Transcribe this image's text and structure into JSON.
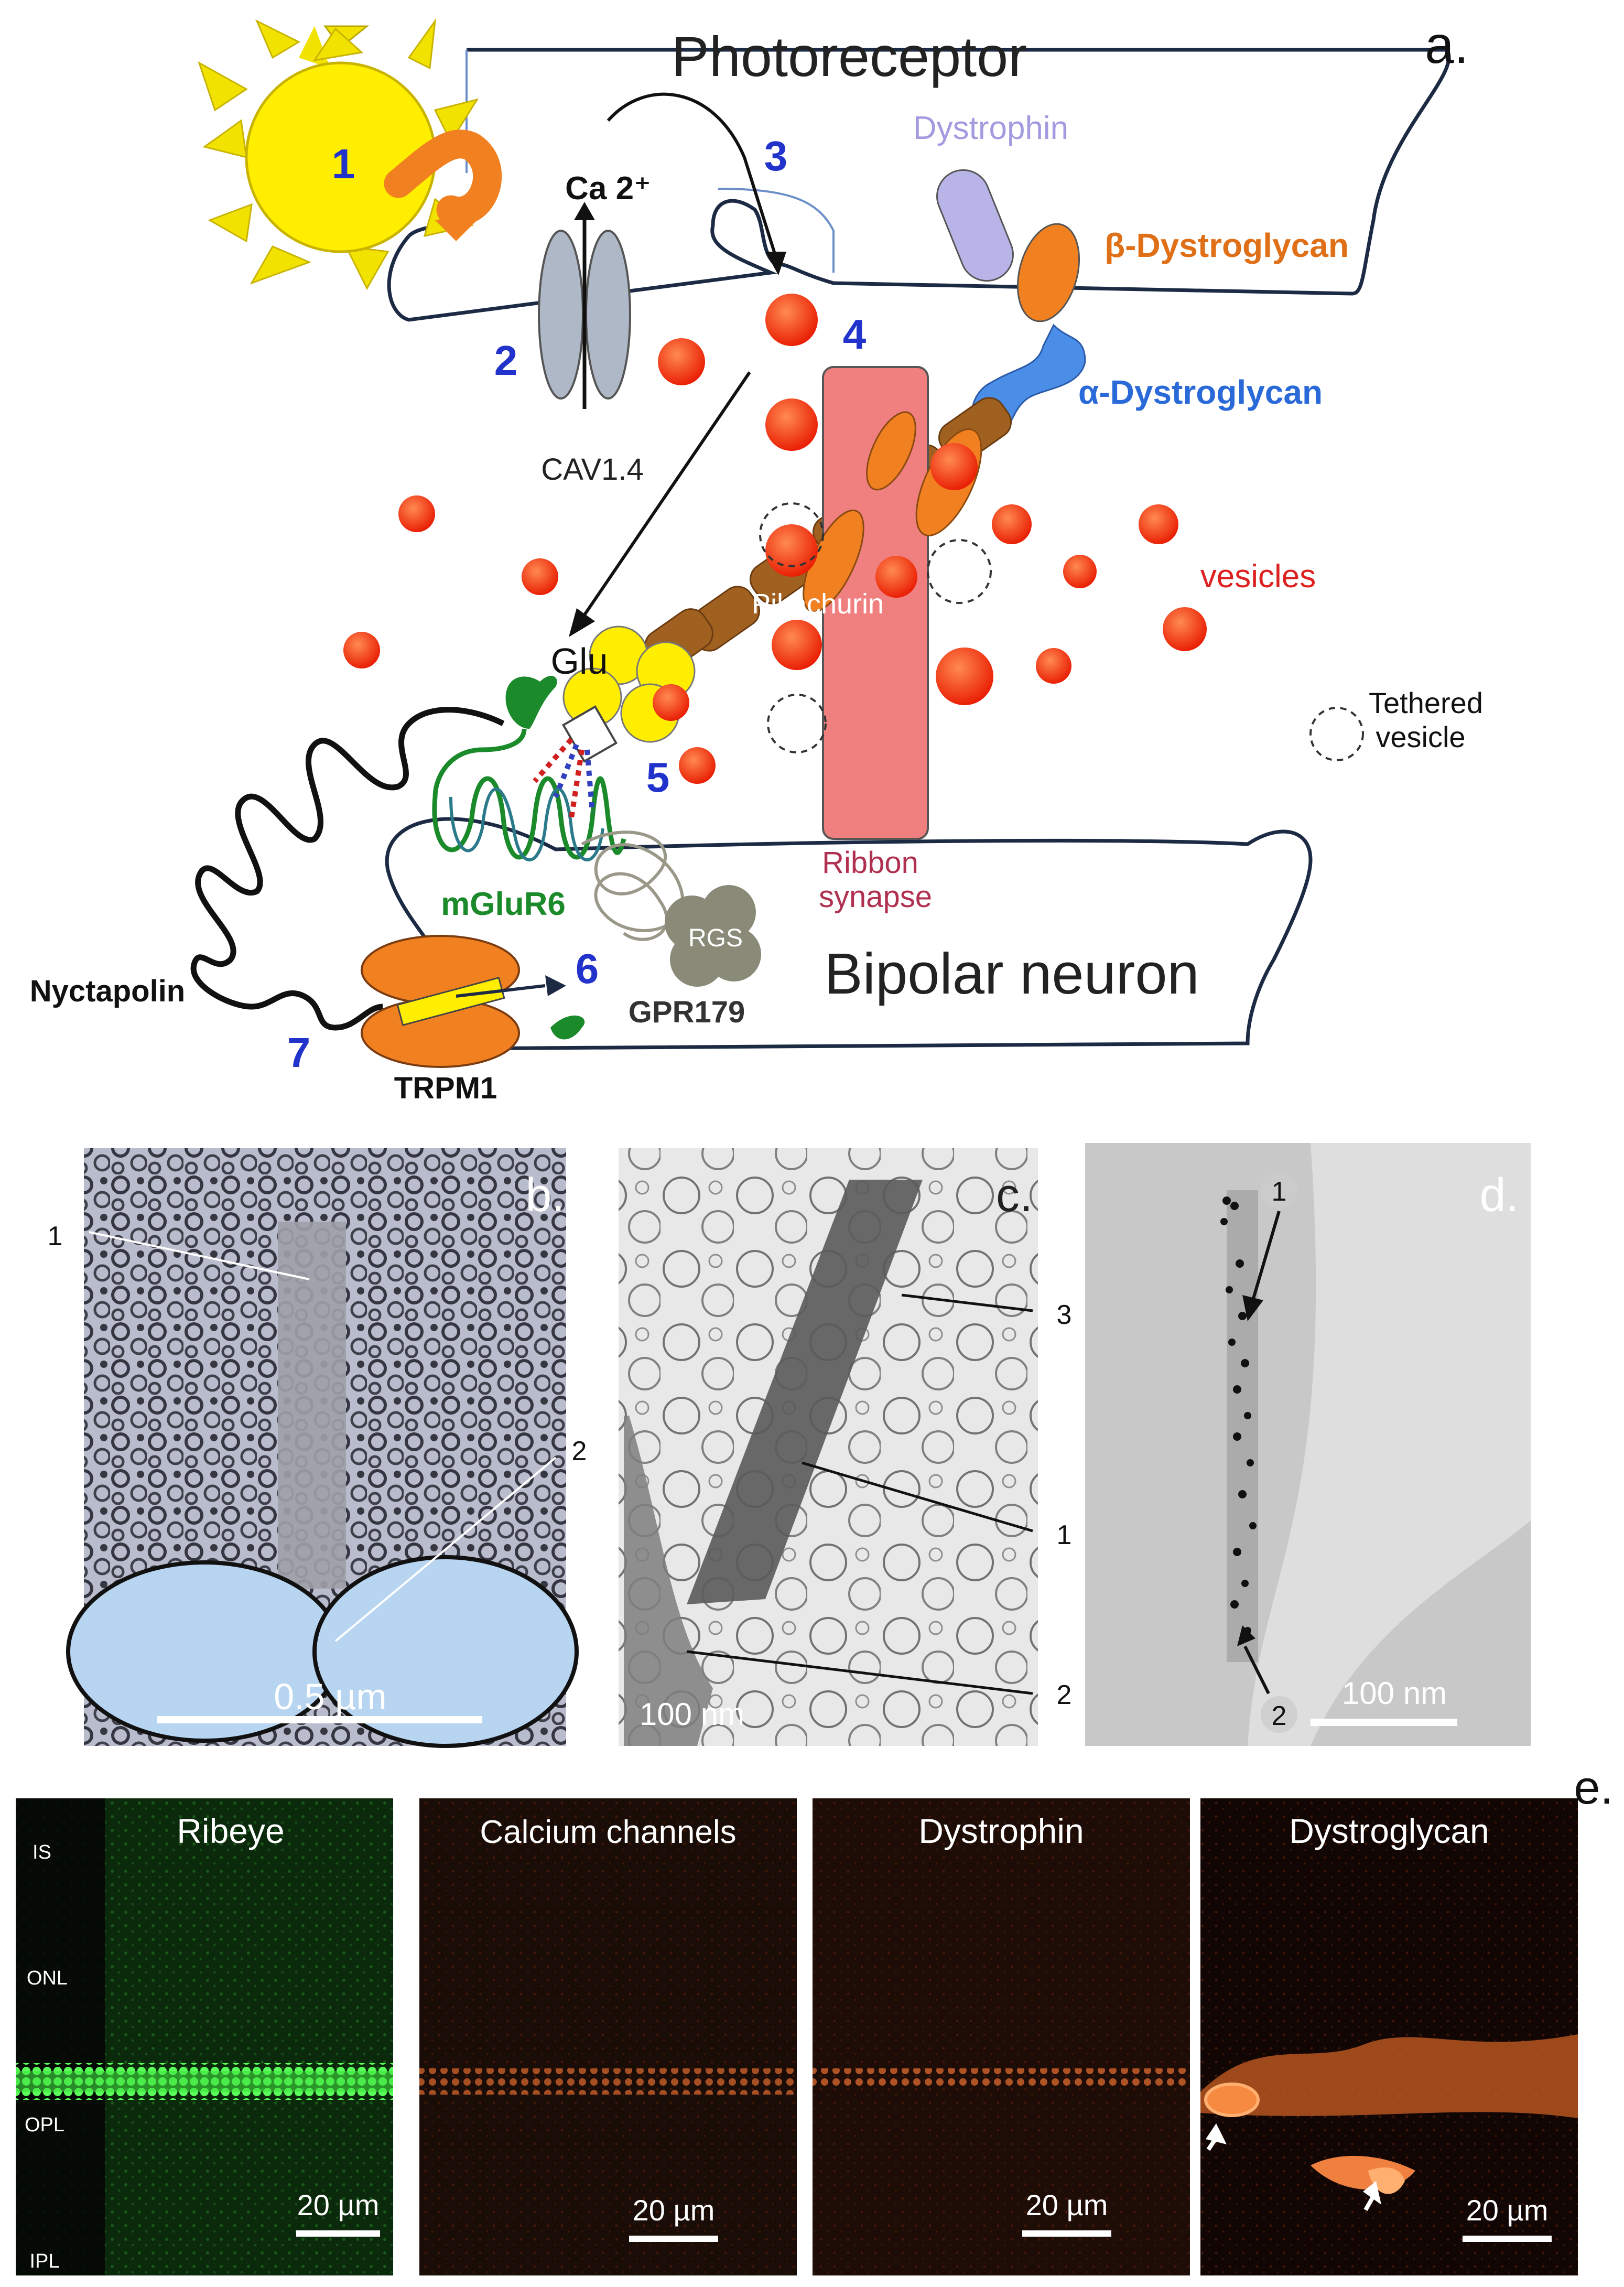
{
  "panels": {
    "a": {
      "label": "a.",
      "cells": {
        "photoreceptor": "Photoreceptor",
        "bipolar": "Bipolar neuron"
      },
      "steps": [
        "1",
        "2",
        "3",
        "4",
        "5",
        "6",
        "7"
      ],
      "proteins": {
        "ca": "Ca 2⁺",
        "cav": "CAV1.4",
        "dystrophin": "Dystrophin",
        "beta_dg": "β-Dystroglycan",
        "alpha_dg": "α-Dystroglycan",
        "pikachurin": "Pikachurin",
        "glu": "Glu",
        "mglur6": "mGluR6",
        "rgs": "RGS",
        "gpr179": "GPR179",
        "nyctapolin": "Nyctapolin",
        "trpm1": "TRPM1"
      },
      "labels": {
        "vesicles": "vesicles",
        "tethered_1": "Tethered",
        "tethered_2": "vesicle",
        "ribbon_1": "Ribbon",
        "ribbon_2": "synapse"
      },
      "colors": {
        "sun": "#ffee00",
        "vesicle": "#ee2200",
        "ribbon": "#f08080",
        "beta_dg": "#f08020",
        "alpha_dg": "#4a8ee8",
        "dystrophin": "#b8b4e8",
        "mglur6": "#1a8a2a",
        "step_numbers": "#2233cc"
      }
    },
    "b": {
      "label": "b.",
      "markers": [
        "1",
        "2"
      ],
      "scale": "0.5 µm"
    },
    "c": {
      "label": "c.",
      "markers": [
        "3",
        "1",
        "2"
      ],
      "scale": "100 nm"
    },
    "d": {
      "label": "d.",
      "markers": [
        "1",
        "2"
      ],
      "scale": "100 nm"
    },
    "e": {
      "label": "e.",
      "layers": [
        "IS",
        "ONL",
        "OPL",
        "IPL"
      ],
      "stains": [
        {
          "title": "Ribeye",
          "scale": "20 µm",
          "color": "#2ecc40"
        },
        {
          "title": "Calcium channels",
          "scale": "20 µm",
          "color": "#d86a2a"
        },
        {
          "title": "Dystrophin",
          "scale": "20 µm",
          "color": "#d86a2a"
        },
        {
          "title": "Dystroglycan",
          "scale": "20 µm",
          "color": "#f07a30"
        }
      ]
    }
  }
}
